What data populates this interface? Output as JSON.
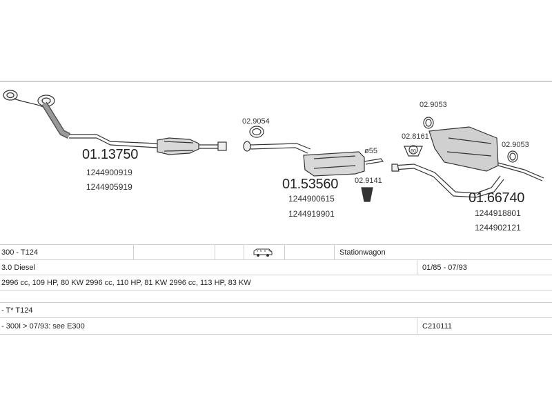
{
  "parts": [
    {
      "number": "01.13750",
      "oem": [
        "1244900919",
        "1244905919"
      ]
    },
    {
      "number": "01.53560",
      "oem": [
        "1244900615",
        "1244919901"
      ]
    },
    {
      "number": "01.66740",
      "oem": [
        "1244918801",
        "1244902121"
      ]
    }
  ],
  "small_parts": {
    "p1": "02.9054",
    "p2": "02.9141",
    "p3": "02.8161",
    "p4": "02.9053",
    "p5": "02.9053",
    "diameter": "ø55",
    "clamp_label": "60"
  },
  "table": {
    "row1": {
      "model": "300 - T124",
      "body": "Stationwagon"
    },
    "row2": {
      "engine": "3.0 Diesel",
      "period": "01/85 - 07/93"
    },
    "row3": {
      "specs": "2996 cc, 109 HP, 80 KW 2996 cc, 110 HP, 81 KW 2996 cc, 113 HP, 83 KW"
    },
    "row4": {
      "note": "- T* T124"
    },
    "row5": {
      "note": "- 300I > 07/93: see E300",
      "code": "C210111"
    }
  }
}
